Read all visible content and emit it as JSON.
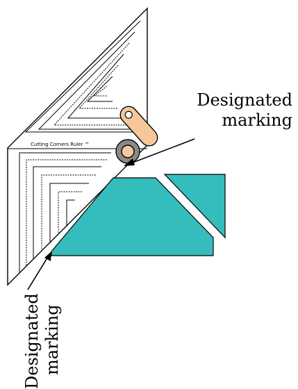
{
  "ruler": {
    "label": "Cutting Corners Ruler ™"
  },
  "callouts": {
    "right": {
      "line1": "Designated",
      "line2": "marking"
    },
    "left": {
      "line1": "Designated",
      "line2": "marking"
    }
  },
  "colors": {
    "fabric": "#35BDBD",
    "cutter_handle": "#F5C89A",
    "cutter_blade": "#8A8A8A",
    "outline": "#000000"
  },
  "icons": [
    "rotary-cutter-icon",
    "arrow-icon"
  ]
}
